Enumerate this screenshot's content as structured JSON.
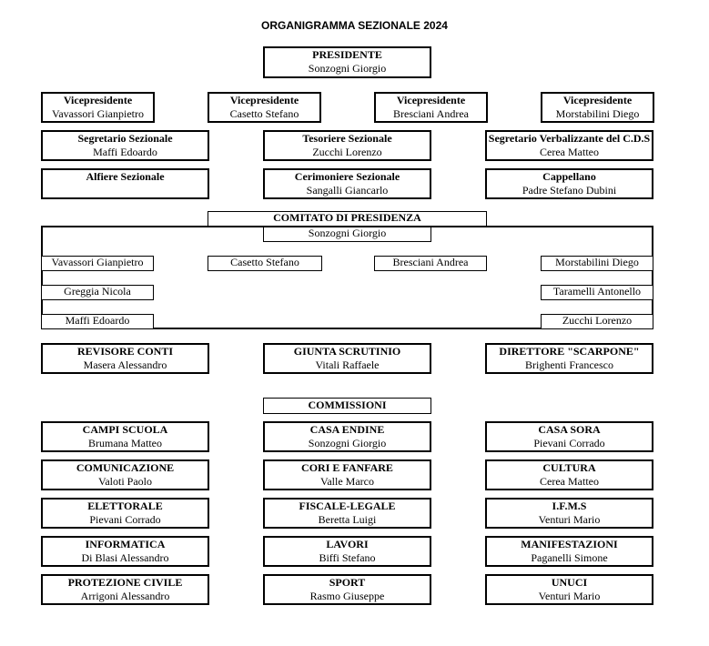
{
  "title": "ORGANIGRAMMA SEZIONALE 2024",
  "presidente": {
    "role": "PRESIDENTE",
    "name": "Sonzogni Giorgio"
  },
  "vicepresidenti": [
    {
      "role": "Vicepresidente",
      "name": "Vavassori Gianpietro"
    },
    {
      "role": "Vicepresidente",
      "name": "Casetto Stefano"
    },
    {
      "role": "Vicepresidente",
      "name": "Bresciani Andrea"
    },
    {
      "role": "Vicepresidente",
      "name": "Morstabilini Diego"
    }
  ],
  "officers_row1": [
    {
      "role": "Segretario Sezionale",
      "name": "Maffi Edoardo"
    },
    {
      "role": "Tesoriere Sezionale",
      "name": "Zucchi Lorenzo"
    },
    {
      "role": "Segretario Verbalizzante del C.D.S",
      "name": "Cerea Matteo"
    }
  ],
  "officers_row2": [
    {
      "role": "Alfiere Sezionale",
      "name": ""
    },
    {
      "role": "Cerimoniere Sezionale",
      "name": "Sangalli Giancarlo"
    },
    {
      "role": "Cappellano",
      "name": "Padre Stefano Dubini"
    }
  ],
  "comitato": {
    "label": "COMITATO DI PRESIDENZA",
    "head": "Sonzogni Giorgio",
    "row1": [
      "Vavassori Gianpietro",
      "Casetto Stefano",
      "Bresciani Andrea",
      "Morstabilini Diego"
    ],
    "left": [
      "Greggia Nicola",
      "Maffi Edoardo"
    ],
    "right": [
      "Taramelli Antonello",
      "Zucchi Lorenzo"
    ]
  },
  "other": [
    {
      "role": "REVISORE CONTI",
      "name": "Masera Alessandro"
    },
    {
      "role": "GIUNTA SCRUTINIO",
      "name": "Vitali Raffaele"
    },
    {
      "role": "DIRETTORE \"SCARPONE\"",
      "name": "Brighenti Francesco"
    }
  ],
  "commissioni": {
    "label": "COMMISSIONI",
    "rows": [
      [
        {
          "role": "CAMPI SCUOLA",
          "name": "Brumana Matteo"
        },
        {
          "role": "CASA ENDINE",
          "name": "Sonzogni Giorgio"
        },
        {
          "role": "CASA SORA",
          "name": "Pievani Corrado"
        }
      ],
      [
        {
          "role": "COMUNICAZIONE",
          "name": "Valoti Paolo"
        },
        {
          "role": "CORI E FANFARE",
          "name": "Valle Marco"
        },
        {
          "role": "CULTURA",
          "name": "Cerea Matteo"
        }
      ],
      [
        {
          "role": "ELETTORALE",
          "name": "Pievani Corrado"
        },
        {
          "role": "FISCALE-LEGALE",
          "name": "Beretta Luigi"
        },
        {
          "role": "I.F.M.S",
          "name": "Venturi Mario"
        }
      ],
      [
        {
          "role": "INFORMATICA",
          "name": "Di Blasi Alessandro"
        },
        {
          "role": "LAVORI",
          "name": "Biffi Stefano"
        },
        {
          "role": "MANIFESTAZIONI",
          "name": "Paganelli Simone"
        }
      ],
      [
        {
          "role": "PROTEZIONE CIVILE",
          "name": "Arrigoni Alessandro"
        },
        {
          "role": "SPORT",
          "name": "Rasmo Giuseppe"
        },
        {
          "role": "UNUCI",
          "name": "Venturi Mario"
        }
      ]
    ]
  }
}
